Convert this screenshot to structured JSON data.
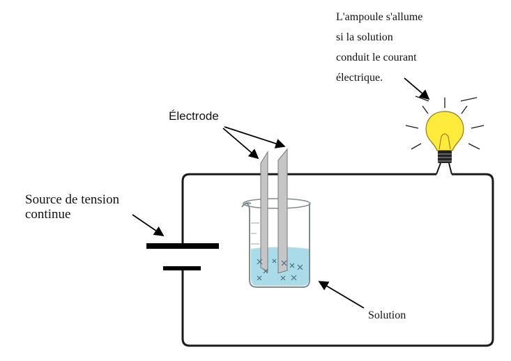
{
  "labels": {
    "bulb_caption": [
      "L'ampoule s'allume",
      "si la solution",
      "conduit le courant",
      "électrique."
    ],
    "electrode": "Électrode",
    "power_source": [
      "Source de tension",
      "continue"
    ],
    "solution": "Solution"
  },
  "colors": {
    "wire": "#1a1a1a",
    "solution": "#a9dce8",
    "electrode": "#c6c6c6",
    "bulb_glass": "#ffeb3b",
    "bulb_base": "#222222"
  },
  "icons": [
    "light-bulb-icon",
    "battery-icon",
    "beaker-icon",
    "electrode-icon"
  ]
}
